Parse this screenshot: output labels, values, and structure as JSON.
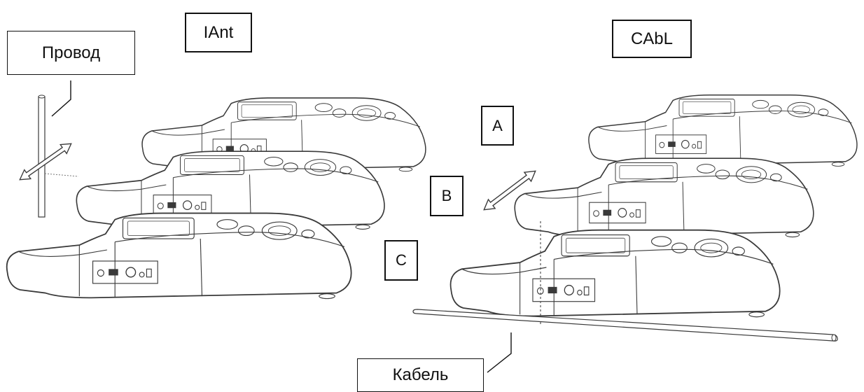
{
  "labels": {
    "mode_iant": "IAnt",
    "mode_cabl": "CAbL",
    "wire": "Провод",
    "cable": "Кабель",
    "pos_a": "A",
    "pos_b": "B",
    "pos_c": "C"
  },
  "colors": {
    "line": "#111111",
    "device_stroke": "#3a3a3a",
    "device_fill": "#ffffff",
    "background": "#ffffff"
  },
  "icons": {
    "device": "handheld-meter-icon",
    "arrow": "double-headed-arrow-icon"
  }
}
